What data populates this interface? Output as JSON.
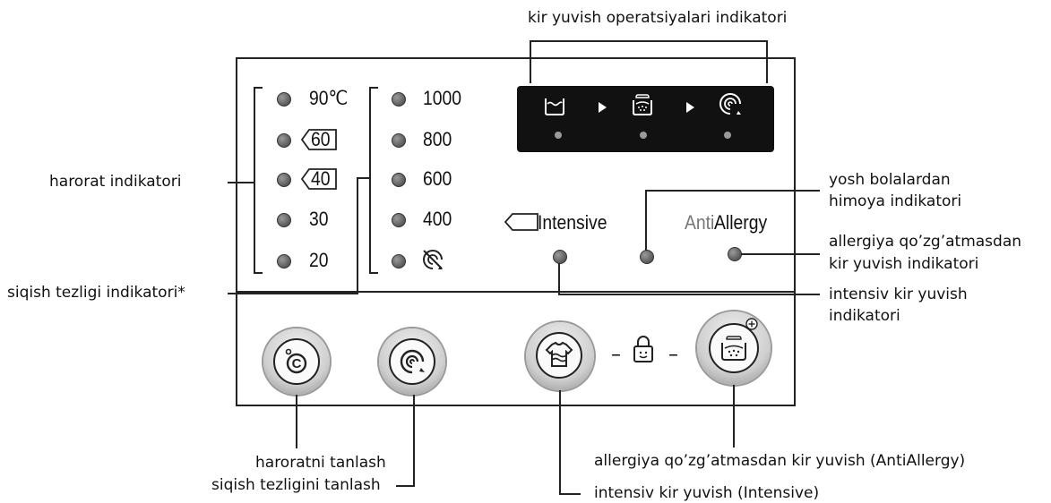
{
  "callouts": {
    "wash_phase_indicator": "kir yuvish operatsiyalari indikatori",
    "temperature_indicator": "harorat indikatori",
    "spin_speed_indicator": "siqish tezligi indikatori*",
    "child_lock_indicator_line1": "yosh bolalardan",
    "child_lock_indicator_line2": "himoya indikatori",
    "antiallergy_indicator_line1": "allergiya qo’zg’atmasdan",
    "antiallergy_indicator_line2": "kir yuvish indikatori",
    "intensive_indicator_line1": "intensiv kir yuvish",
    "intensive_indicator_line2": "indikatori",
    "temperature_select": "haroratni tanlash",
    "spin_select": "siqish tezligini tanlash",
    "antiallergy_button": "allergiya qo’zg’atmasdan kir yuvish (AntiAllergy)",
    "intensive_button": "intensiv kir yuvish (Intensive)"
  },
  "temperatures": [
    "90℃",
    "60",
    "40",
    "30",
    "20"
  ],
  "spin_speeds": [
    "1000",
    "800",
    "600",
    "400"
  ],
  "panel_labels": {
    "intensive": "Intensive",
    "anti": "Anti",
    "allergy": "Allergy",
    "dash": "–"
  },
  "icons": {
    "wash": "tub-wash-icon",
    "rinse": "rinse-icon",
    "spin": "spin-icon",
    "no_spin": "no-spin-icon",
    "temp_button": "temperature-button-icon",
    "spin_button": "spin-button-icon",
    "intensive_button": "intensive-shirt-icon",
    "lock": "child-lock-icon",
    "antiallergy_button": "antiallergy-tub-icon"
  }
}
